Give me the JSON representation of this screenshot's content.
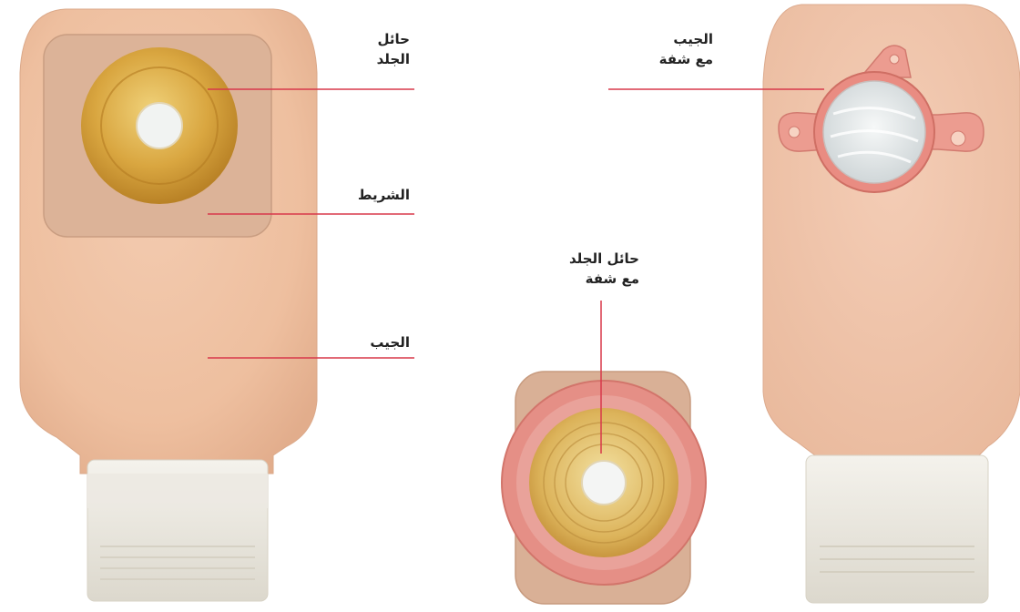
{
  "labels": {
    "skin_barrier": {
      "line1": "حائل",
      "line2": "الجلد"
    },
    "tape": {
      "text": "الشريط"
    },
    "pouch_left": {
      "text": "الجيب"
    },
    "pouch_with_flange": {
      "line1": "الجيب",
      "line2": "مع شفة"
    },
    "skin_barrier_with_flange": {
      "line1": "حائل الجلد",
      "line2": "مع شفة"
    }
  },
  "colors": {
    "leader_line": "#d8384a",
    "pouch_skin": "#f0c3a6",
    "barrier_tape": "#ddb49a",
    "hydrocolloid": "#d6a13c",
    "flange_ring": "#e58f86",
    "clear_window": "#e8ecec",
    "label_text": "#222222"
  }
}
